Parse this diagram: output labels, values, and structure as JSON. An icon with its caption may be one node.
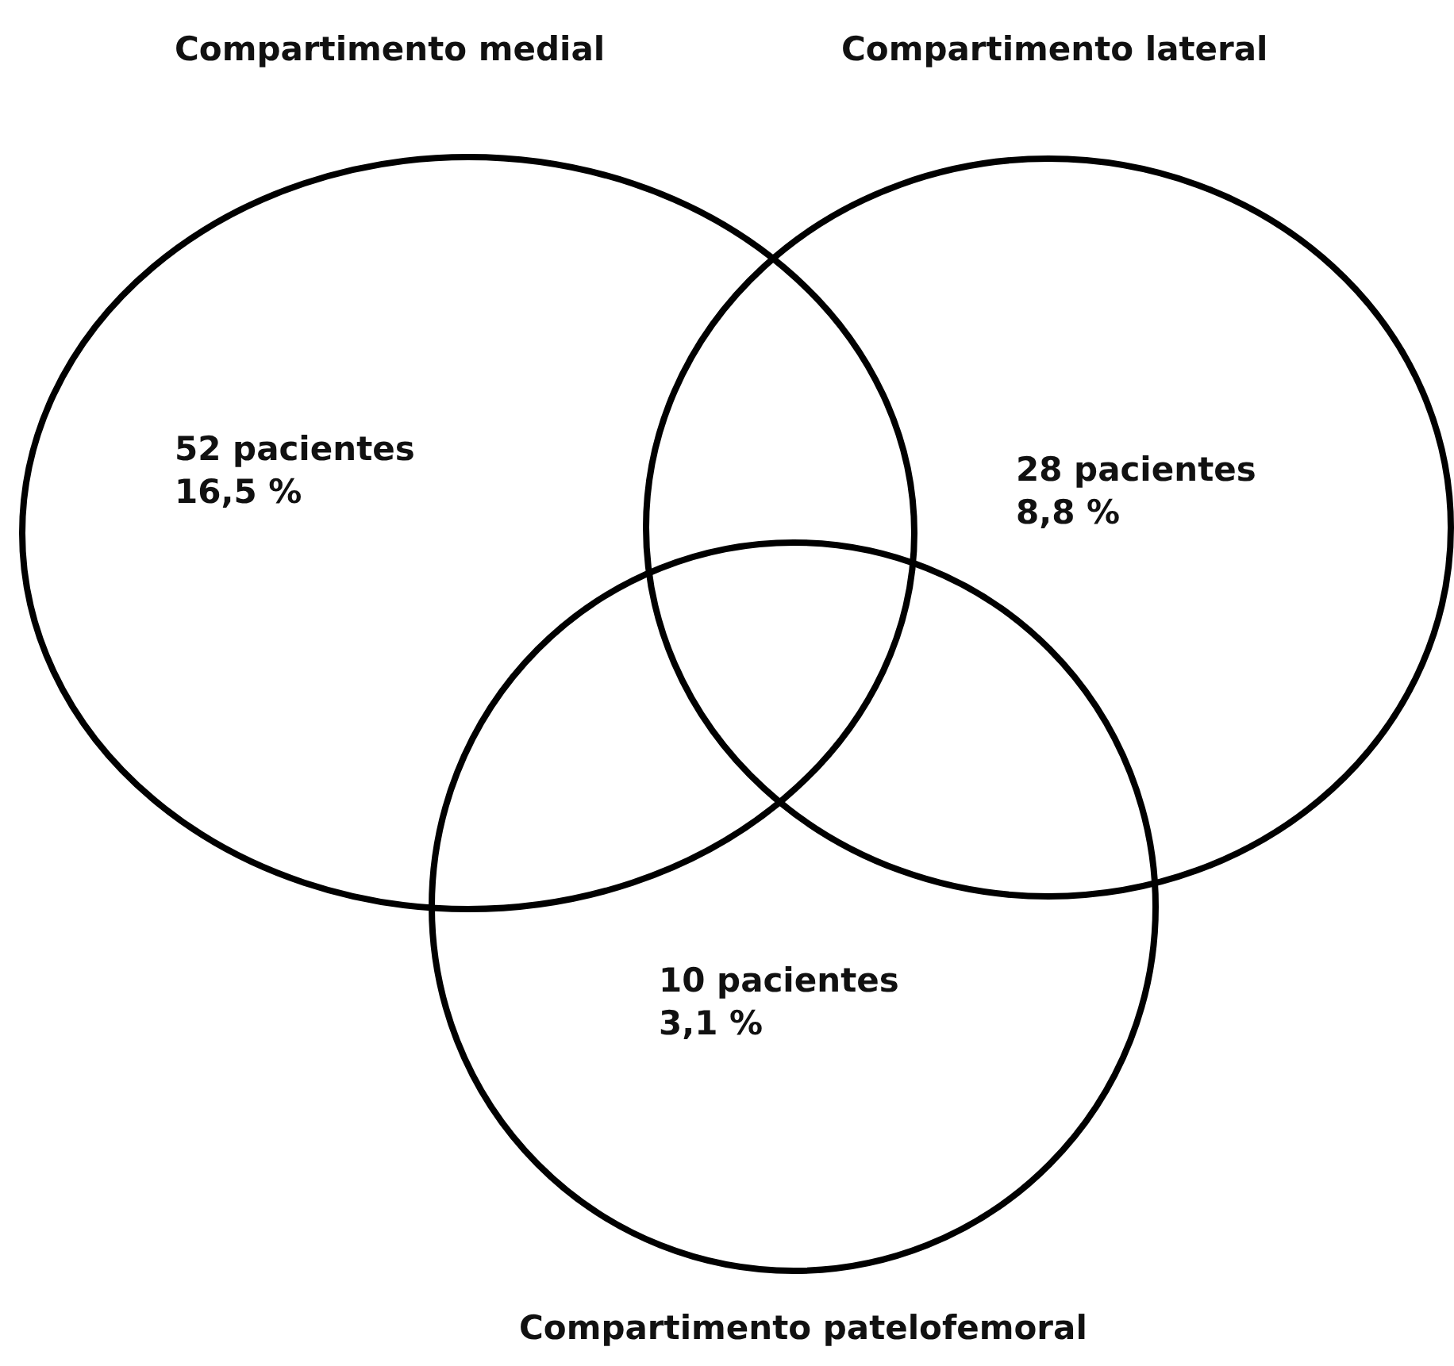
{
  "diagram": {
    "nodes": [
      {
        "text": [
          "Compartimento medial",
          "52 pacientes 16,5 %"
        ]
      },
      {
        "text": [
          "Compartimento lateral",
          "28 pacientes 8,8 %"
        ]
      },
      {
        "text": [
          "10 pacientes 3,1 %",
          "Compartimento patelofemoral"
        ]
      }
    ]
  }
}
